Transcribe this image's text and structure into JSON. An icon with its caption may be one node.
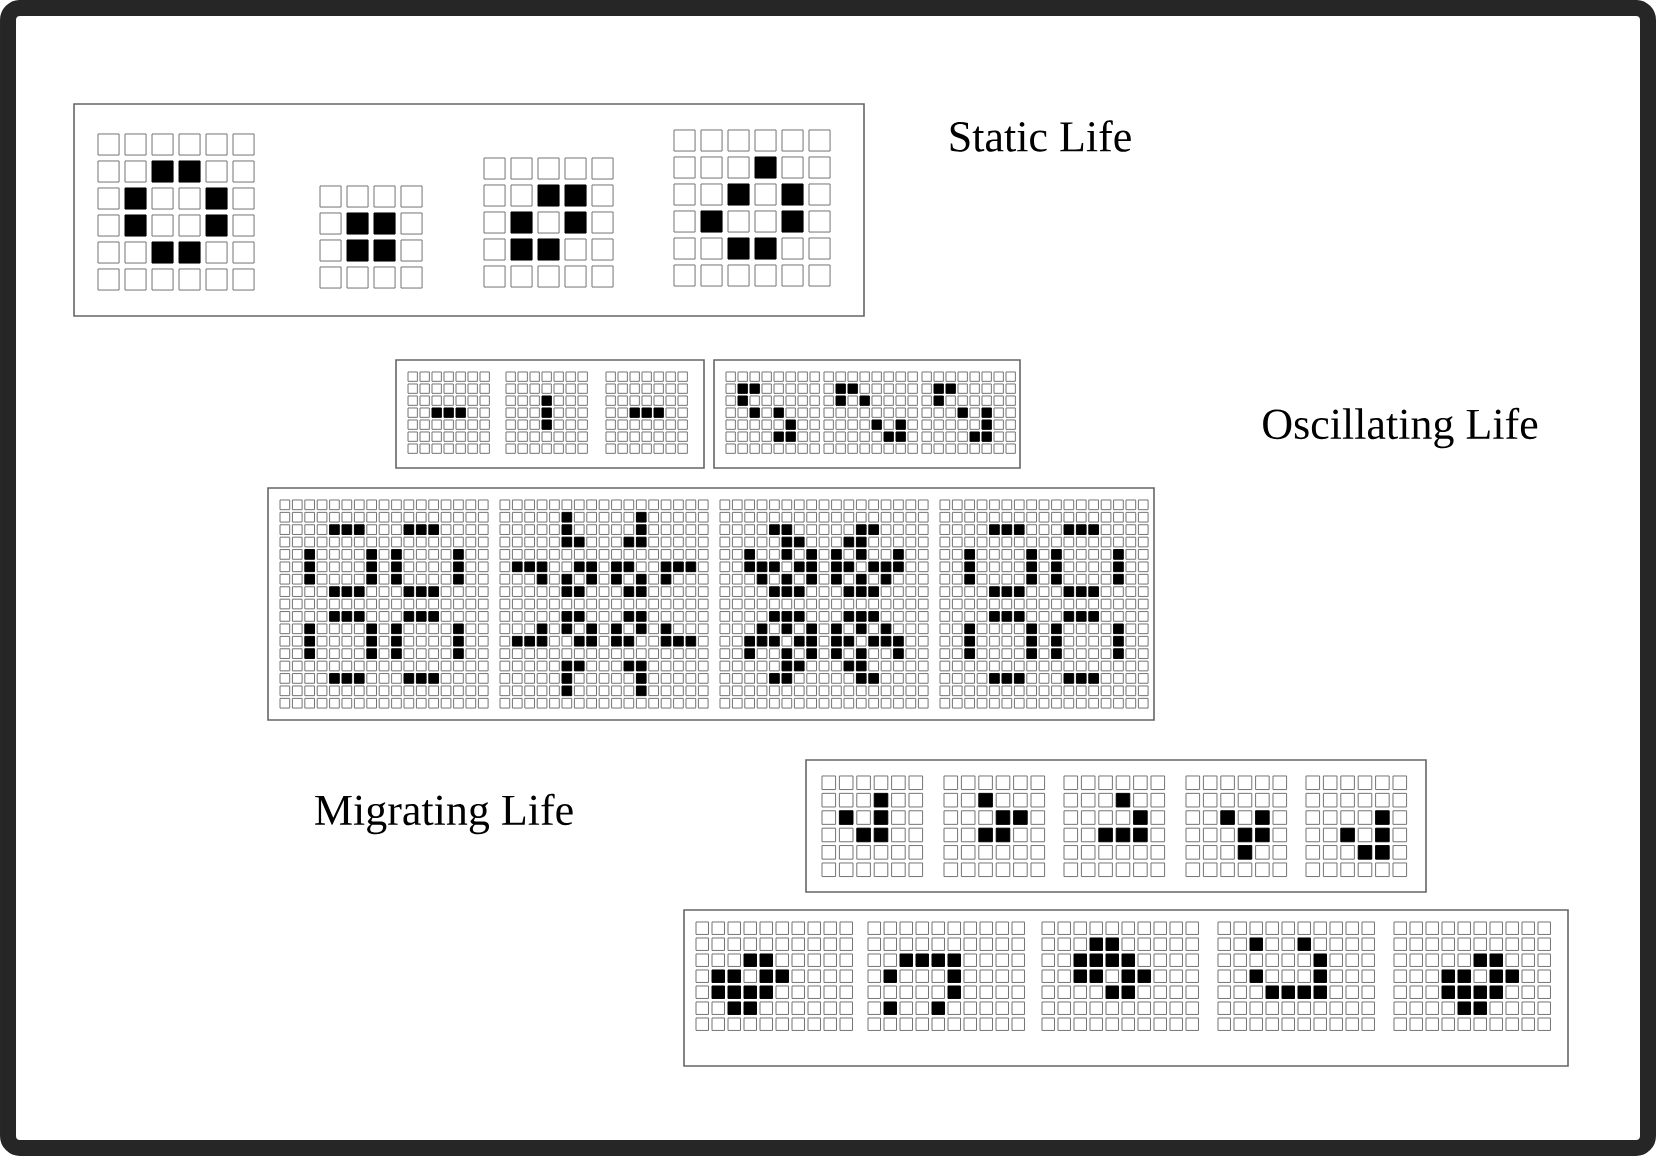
{
  "diagram": {
    "labels": [
      "Static Life",
      "Oscillating Life",
      "Migrating Life"
    ]
  }
}
